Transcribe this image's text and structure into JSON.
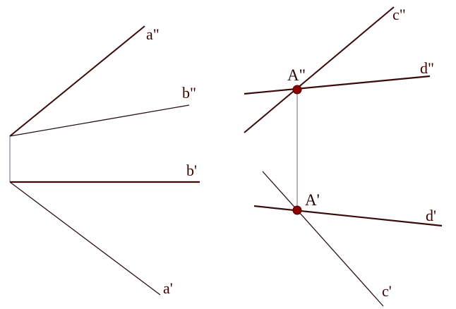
{
  "labels": {
    "a_double": "a\"",
    "b_double": "b\"",
    "b_single": "b'",
    "a_single": "a'",
    "c_double": "c\"",
    "d_double": "d\"",
    "A_double": "A\"",
    "A_single": "A'",
    "d_single": "d'",
    "c_single": "c'"
  },
  "colors": {
    "line_dark": "#3a0a0a",
    "line_thin": "#1a1a2e",
    "point": "#8b0000",
    "label": "#3a0000"
  }
}
